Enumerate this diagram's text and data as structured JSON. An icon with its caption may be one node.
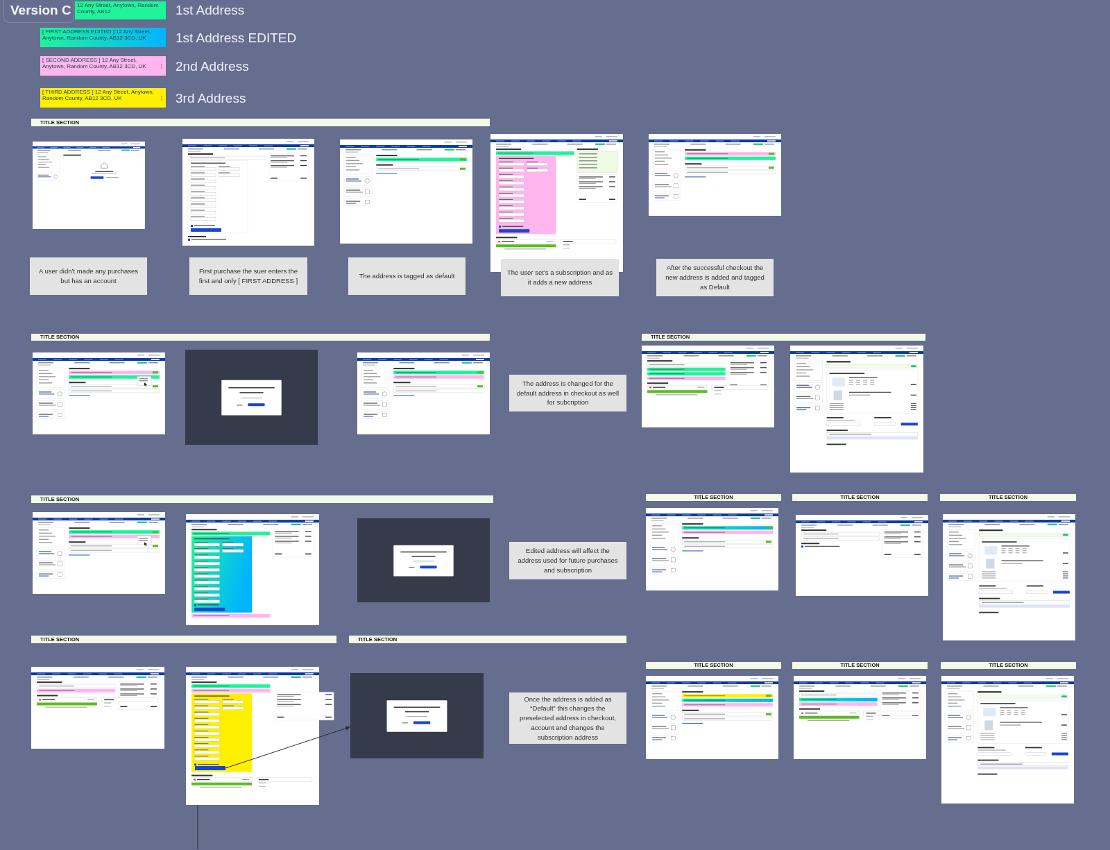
{
  "diagram": {
    "title": "Version C",
    "nodes": [
      {
        "text": [
          "12 Any Street, Anytown, Random County, AB12"
        ],
        "beside": [
          "1st Address"
        ]
      },
      {
        "text": [
          "[ FIRST ADDRESS EDITED ] 12 Any Street, Anytown, Random County, AB12 3CD, UK"
        ],
        "beside": [
          "1st Address EDITED"
        ]
      },
      {
        "text": [
          "[ SECOND ADDRESS ] 12 Any Street, Anytown, Random County, AB12 3CD, UK"
        ],
        "beside": [
          "2nd Address"
        ]
      },
      {
        "text": [
          "[ THIRD ADDRESS ] 12 Any Street, Anytown, Random County, AB12 3CD, UK"
        ],
        "beside": [
          "3rd Address"
        ]
      },
      {
        "text": [
          "TITLE SECTION"
        ]
      },
      {
        "text": [],
        "shape": "picture"
      },
      {
        "text": [],
        "shape": "picture"
      },
      {
        "text": [],
        "shape": "picture"
      },
      {
        "text": [],
        "shape": "picture"
      },
      {
        "text": [],
        "shape": "picture"
      },
      {
        "text": [
          "A user didn’t made any purchases but has an account"
        ]
      },
      {
        "text": [
          "First purchase the suer enters the first and only [ FIRST ADDRESS ]"
        ]
      },
      {
        "text": [
          "The address is tagged as default"
        ]
      },
      {
        "text": [
          "The user set’s a subscription and as it adds a new address"
        ]
      },
      {
        "text": [
          "After the successful checkout the new address is added and tagged as Default"
        ]
      },
      {
        "text": [
          "TITLE SECTION"
        ]
      },
      {
        "text": [
          "TITLE SECTION"
        ]
      },
      {
        "text": [],
        "shape": "picture"
      },
      {
        "text": [],
        "shape": "picture"
      },
      {
        "text": [],
        "shape": "picture"
      },
      {
        "text": [
          "The address is changed for the default address in checkout as well for subcription"
        ]
      },
      {
        "text": [],
        "shape": "picture"
      },
      {
        "text": [],
        "shape": "picture"
      },
      {
        "text": [
          "TITLE SECTION"
        ]
      },
      {
        "text": [
          "TITLE SECTION"
        ]
      },
      {
        "text": [
          "TITLE SECTION"
        ]
      },
      {
        "text": [
          "TITLE SECTION"
        ]
      },
      {
        "text": [],
        "shape": "picture"
      },
      {
        "text": [],
        "shape": "picture"
      },
      {
        "text": [],
        "shape": "picture"
      },
      {
        "text": [
          "Edited address will affect the address used for future purchases and subscription"
        ]
      },
      {
        "text": [],
        "shape": "picture"
      },
      {
        "text": [],
        "shape": "picture"
      },
      {
        "text": [],
        "shape": "picture"
      },
      {
        "text": [
          "TITLE SECTION"
        ]
      },
      {
        "text": [
          "TITLE SECTION"
        ]
      },
      {
        "text": [
          "TITLE SECTION"
        ]
      },
      {
        "text": [
          "TITLE SECTION"
        ]
      },
      {
        "text": [
          "TITLE SECTION"
        ]
      },
      {
        "text": [],
        "shape": "picture"
      },
      {
        "text": [],
        "shape": "picture"
      },
      {
        "text": [],
        "shape": "box",
        "in": 40
      },
      {
        "text": [],
        "shape": "picture"
      },
      {
        "text": [
          "Once the address is added as “Default” this changes the preselected address in checkout, account and changes the subscription address"
        ]
      },
      {
        "text": [],
        "shape": "picture"
      },
      {
        "text": [],
        "shape": "picture"
      },
      {
        "text": [],
        "shape": "picture"
      }
    ],
    "edges": [
      {
        "from": 41,
        "to": 42,
        "arrow": "to"
      },
      {
        "from": 40,
        "to": null,
        "arrow": "none"
      }
    ]
  }
}
